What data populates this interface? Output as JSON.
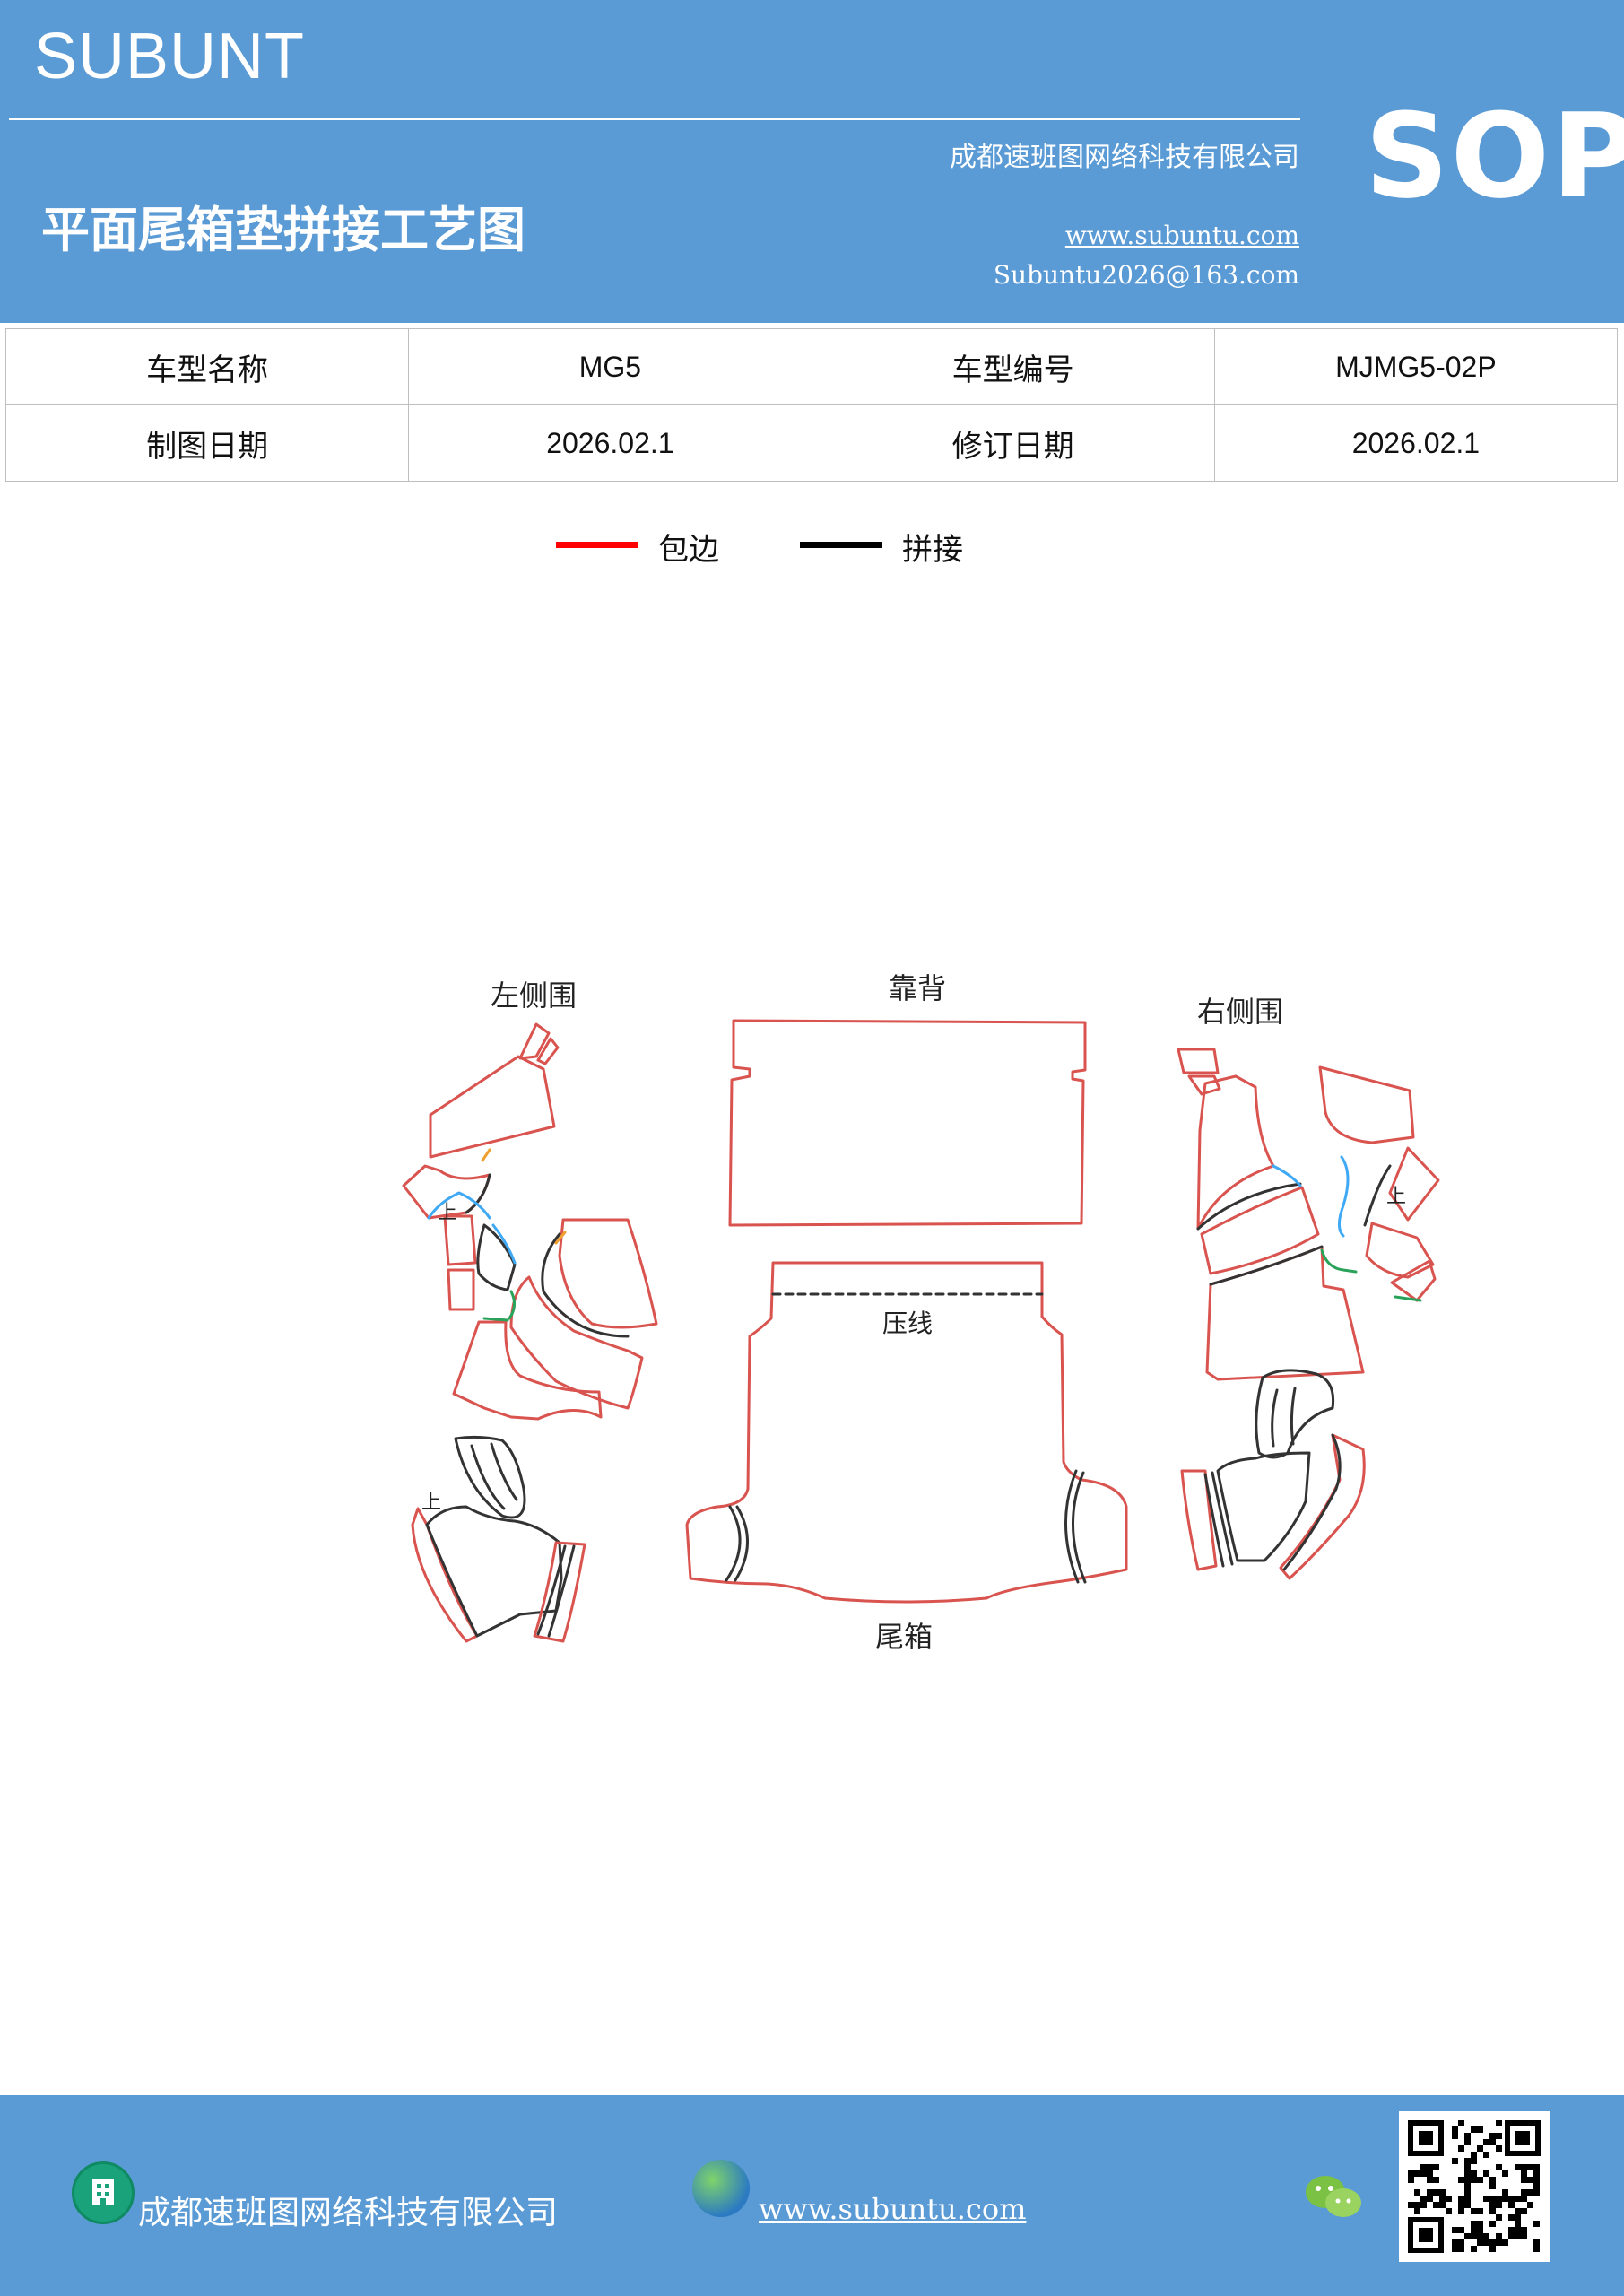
{
  "header": {
    "brand": "SUBUNT",
    "company": "成都速班图网络科技有限公司",
    "title": "平面尾箱垫拼接工艺图",
    "website": "www.subuntu.com",
    "email": "Subuntu2026@163.com",
    "badge": "SOP",
    "bg_color": "#5b9bd5"
  },
  "info_table": {
    "rows": [
      {
        "label1": "车型名称",
        "value1": "MG5",
        "label2": "车型编号",
        "value2": "MJMG5-02P"
      },
      {
        "label1": "制图日期",
        "value1": "2026.02.1",
        "label2": "修订日期",
        "value2": "2026.02.1"
      }
    ]
  },
  "legend": [
    {
      "label": "包边",
      "color": "#ff0000"
    },
    {
      "label": "拼接",
      "color": "#000000"
    }
  ],
  "diagram": {
    "left_side_label": "左侧围",
    "back_label": "靠背",
    "right_side_label": "右侧围",
    "crease_label": "压线",
    "trunk_label": "尾箱",
    "up_mark": "上",
    "edge_color": "#d9534f",
    "seam_color": "#333333"
  },
  "footer": {
    "company": "成都速班图网络科技有限公司",
    "website": "www.subuntu.com",
    "company_icon": "building-icon",
    "web_icon": "globe-icon",
    "social_icon": "wechat-icon",
    "qr_icon": "qr-code"
  }
}
